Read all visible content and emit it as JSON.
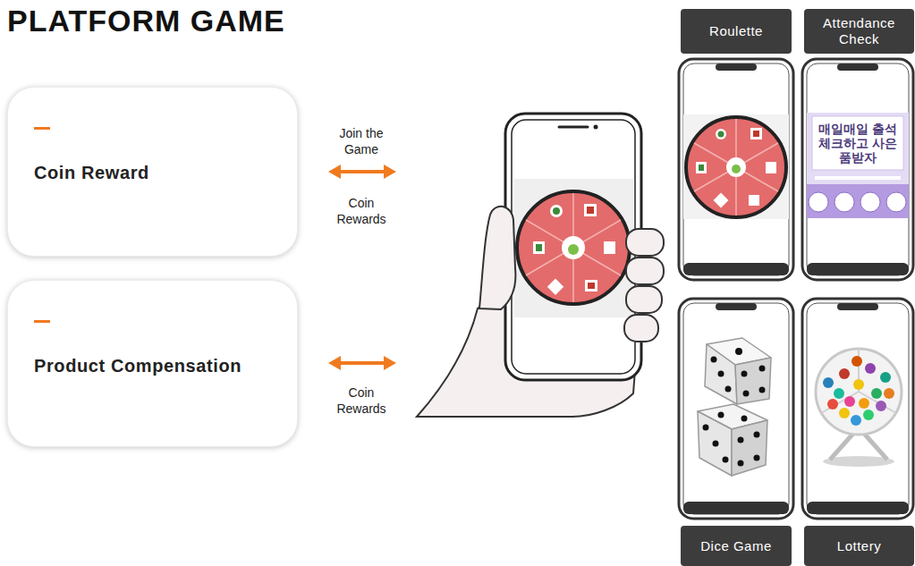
{
  "diagram": {
    "title": "PLATFORM GAME",
    "nodes": [
      {
        "text": [
          "Coin Reward"
        ]
      },
      {
        "text": [
          "Product Compensation"
        ]
      },
      {
        "text": [
          "Roulette"
        ]
      },
      {
        "text": [
          "Attendance Check"
        ]
      },
      {
        "text": [
          "Dice Game"
        ]
      },
      {
        "text": [
          "Lottery"
        ]
      }
    ],
    "labels": [
      "Join the Game",
      "Coin Rewards",
      "Coin Rewards",
      "매일매일 출석체크하고 사은품받자"
    ]
  }
}
